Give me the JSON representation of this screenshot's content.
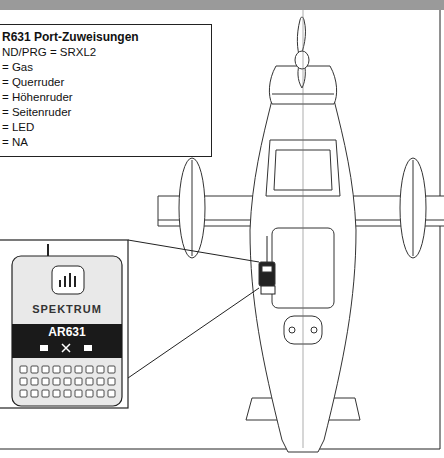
{
  "diagram": {
    "nodes": [
      {
        "text": [
          "R631 Port-Zuweisungen",
          "ND/PRG = SRXL2",
          "= Gas",
          "= Querruder",
          "= Höhenruder",
          "= Seitenruder",
          "= LED",
          "= NA"
        ]
      },
      {
        "text": [
          "SPEKTRUM",
          "AR631"
        ]
      }
    ],
    "edges": []
  }
}
